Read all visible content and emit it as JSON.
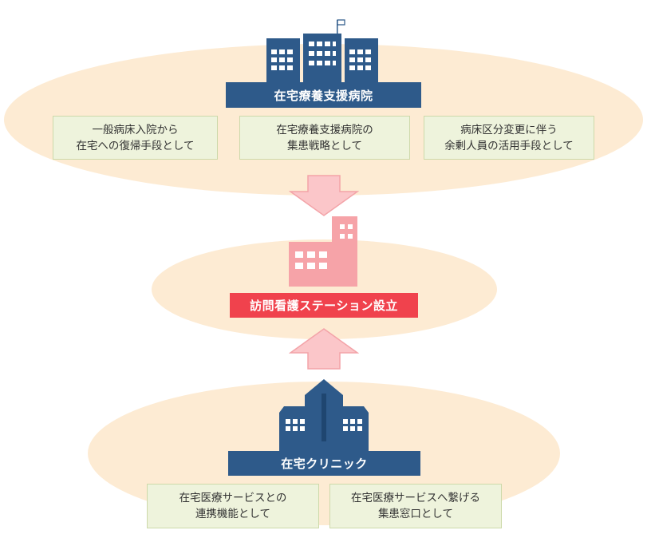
{
  "colors": {
    "ellipse": "#fdebd3",
    "navy": "#2e5a8a",
    "red_label": "#f0424d",
    "pink_arrow": "#fbc6c9",
    "pink_building": "#f6a3a8",
    "card_bg": "#eef3dc",
    "card_border": "#cdd9aa"
  },
  "top": {
    "title": "在宅療養支援病院",
    "icon": "hospital-building-icon",
    "cards": [
      {
        "line1": "一般病床入院から",
        "line2": "在宅への復帰手段として"
      },
      {
        "line1": "在宅療養支援病院の",
        "line2": "集患戦略として"
      },
      {
        "line1": "病床区分変更に伴う",
        "line2": "余剰人員の活用手段として"
      }
    ]
  },
  "middle": {
    "title": "訪問看護ステーション設立",
    "icon": "station-building-icon"
  },
  "bottom": {
    "title": "在宅クリニック",
    "icon": "clinic-building-icon",
    "cards": [
      {
        "line1": "在宅医療サービスとの",
        "line2": "連携機能として"
      },
      {
        "line1": "在宅医療サービスへ繋げる",
        "line2": "集患窓口として"
      }
    ]
  }
}
